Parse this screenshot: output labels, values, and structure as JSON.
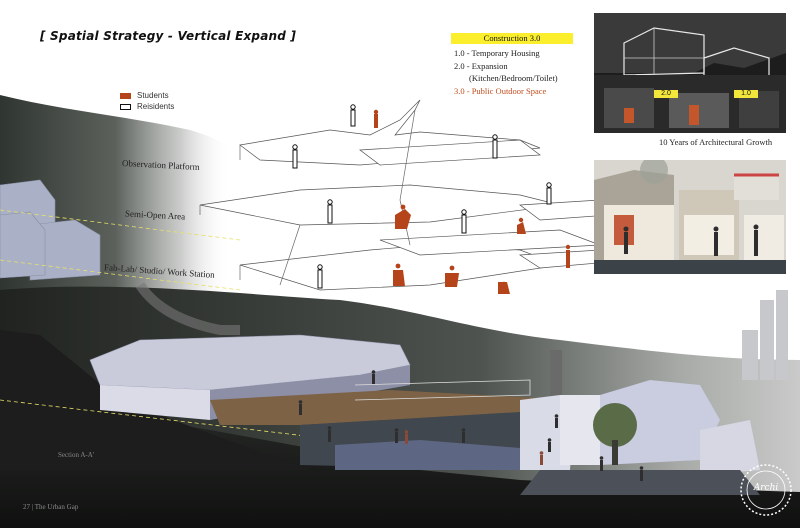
{
  "title": "[ Spatial Strategy - Vertical Expand ]",
  "legend": {
    "items": [
      {
        "label": "Students",
        "color": "#b5441b"
      },
      {
        "label": "Reisidents",
        "color": "#ffffff"
      }
    ]
  },
  "levels": {
    "observation": "Observation Platform",
    "semi_open": "Semi-Open Area",
    "fablab": "Fab-Lab/ Studio/ Work Station"
  },
  "section_label": "Section A-A'",
  "construction": {
    "heading": "Construction 3.0",
    "heading_color": "#fbef2d",
    "items": [
      {
        "text": "1.0 - Temporary Housing"
      },
      {
        "text": "2.0 - Expansion"
      },
      {
        "text": "(Kitchen/Bedroom/Toilet)"
      },
      {
        "text": "3.0 - Public Outdoor Space",
        "color": "#c24e1e"
      }
    ]
  },
  "photo": {
    "tag_a": "2.0",
    "tag_b": "1.0",
    "caption": "10 Years of Architectural Growth"
  },
  "footer": "27 | The Urban Gap",
  "logo_text": "Archi"
}
